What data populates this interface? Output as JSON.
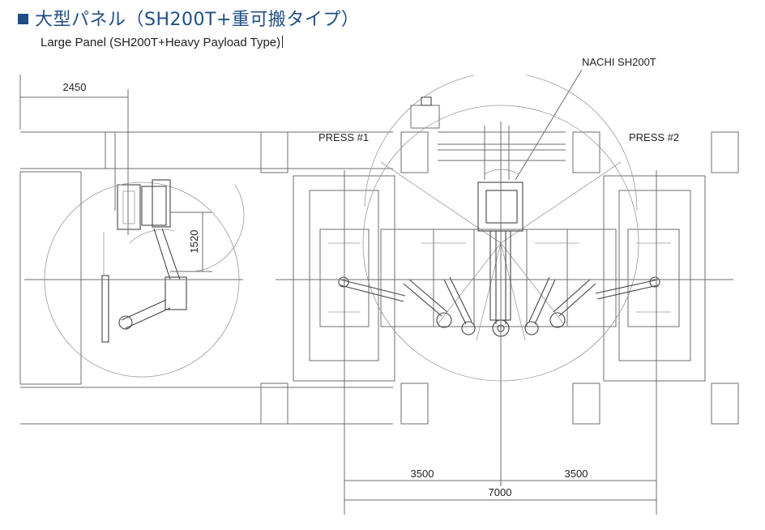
{
  "header": {
    "title_jp": "大型パネル（SH200T+重可搬タイプ）",
    "title_en": "Large Panel (SH200T+Heavy Payload Type)"
  },
  "labels": {
    "robot_model": "NACHI SH200T",
    "press_1": "PRESS #1",
    "press_2": "PRESS #2"
  },
  "dimensions": {
    "side_width": "2450",
    "side_height": "1520",
    "pitch_left": "3500",
    "pitch_right": "3500",
    "pitch_total": "7000"
  },
  "colors": {
    "title": "#1f4e86",
    "line": "#6e6e6e",
    "text": "#222222"
  }
}
